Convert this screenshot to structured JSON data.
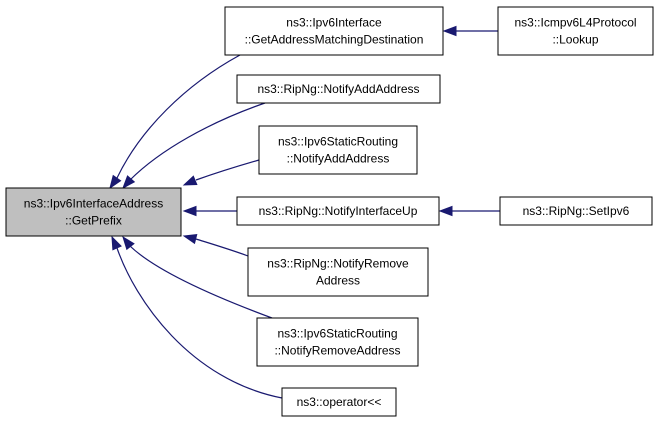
{
  "nodes": {
    "root": {
      "lines": [
        "ns3::Ipv6InterfaceAddress",
        "::GetPrefix"
      ]
    },
    "n1": {
      "lines": [
        "ns3::Ipv6Interface",
        "::GetAddressMatchingDestination"
      ]
    },
    "n2": {
      "lines": [
        "ns3::Icmpv6L4Protocol",
        "::Lookup"
      ]
    },
    "n3": {
      "lines": [
        "ns3::RipNg::NotifyAddAddress"
      ]
    },
    "n4": {
      "lines": [
        "ns3::Ipv6StaticRouting",
        "::NotifyAddAddress"
      ]
    },
    "n5": {
      "lines": [
        "ns3::RipNg::NotifyInterfaceUp"
      ]
    },
    "n6": {
      "lines": [
        "ns3::RipNg::SetIpv6"
      ]
    },
    "n7": {
      "lines": [
        "ns3::RipNg::NotifyRemove",
        "Address"
      ]
    },
    "n8": {
      "lines": [
        "ns3::Ipv6StaticRouting",
        "::NotifyRemoveAddress"
      ]
    },
    "n9": {
      "lines": [
        "ns3::operator<<"
      ]
    }
  },
  "edges": [
    {
      "from": "n1",
      "to": "root"
    },
    {
      "from": "n3",
      "to": "root"
    },
    {
      "from": "n4",
      "to": "root"
    },
    {
      "from": "n5",
      "to": "root"
    },
    {
      "from": "n7",
      "to": "root"
    },
    {
      "from": "n8",
      "to": "root"
    },
    {
      "from": "n9",
      "to": "root"
    },
    {
      "from": "n2",
      "to": "n1"
    },
    {
      "from": "n6",
      "to": "n5"
    }
  ],
  "colors": {
    "edge": "#191970",
    "root_fill": "#bfbfbf",
    "node_fill": "#ffffff",
    "border": "#000000"
  }
}
